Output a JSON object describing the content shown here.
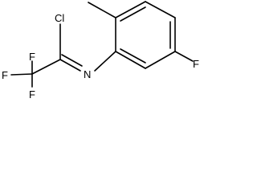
{
  "molecule": {
    "atoms": {
      "cl": "Cl",
      "n": "N",
      "f_top": "F",
      "f_left": "F",
      "f_bottom": "F",
      "f_ring": "F"
    }
  }
}
